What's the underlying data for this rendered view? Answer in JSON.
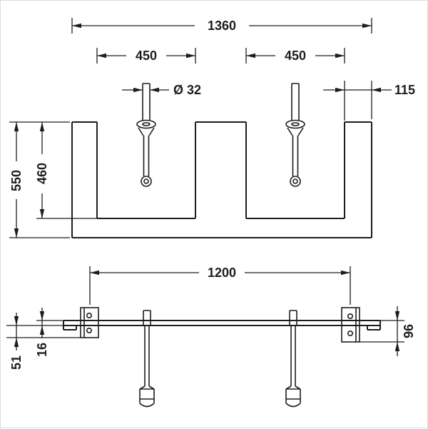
{
  "colors": {
    "line": "#1d1d1b",
    "background": "#ffffff"
  },
  "front_view": {
    "description": "vanity console front elevation with two drain sets",
    "dims": {
      "overall_width": "1360",
      "left_cutout_width": "450",
      "right_cutout_width": "450",
      "drain_diameter": "Ø 32",
      "right_edge_offset": "115",
      "overall_height": "550",
      "cutout_depth": "460"
    }
  },
  "bottom_view": {
    "description": "mounting rail with brackets and two drain traps",
    "dims": {
      "bracket_spacing": "1200",
      "bracket_drop": "51",
      "panel_thickness": "16",
      "right_bracket_height": "96"
    }
  }
}
